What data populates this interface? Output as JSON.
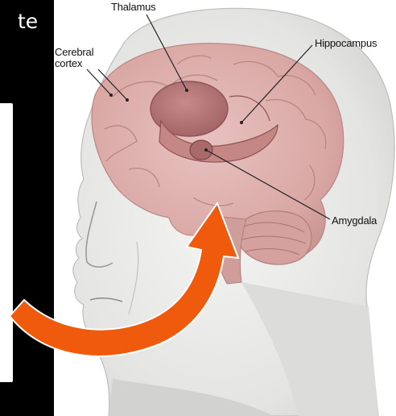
{
  "slide": {
    "cut_text": "te"
  },
  "figure": {
    "labels": {
      "thalamus": "Thalamus",
      "cerebral_line1": "Cerebral",
      "cerebral_line2": "cortex",
      "hippocampus": "Hippocampus",
      "amygdala": "Amygdala"
    }
  },
  "colors": {
    "background": "#000000",
    "arrow": "#f05a0c",
    "brain": "#d9a7a4",
    "skin": "#e8e8e6"
  }
}
